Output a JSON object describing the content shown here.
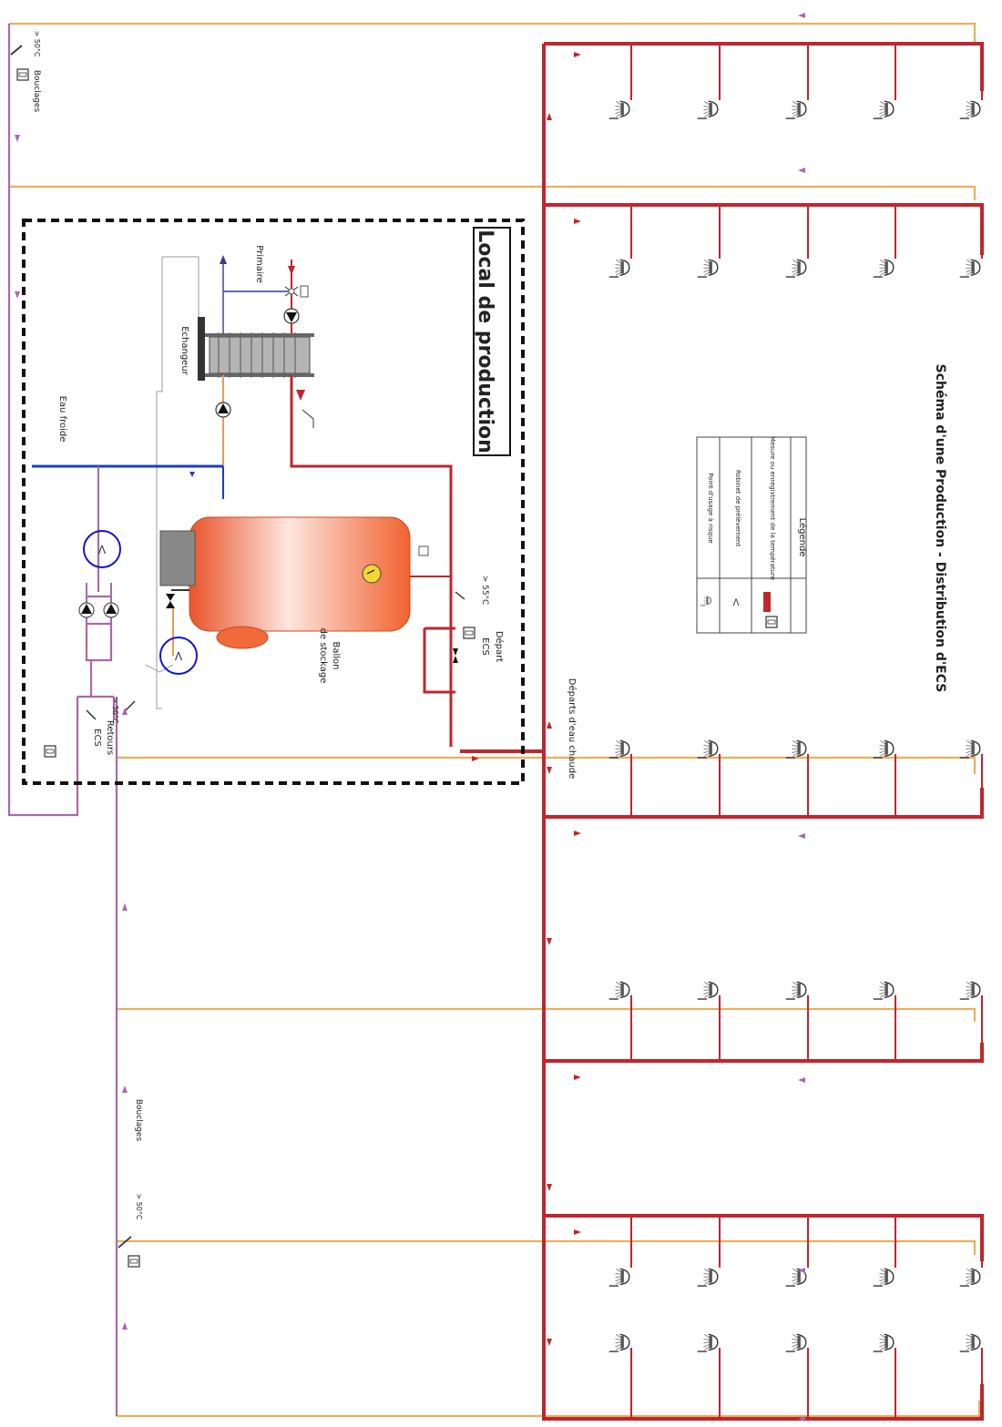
{
  "labels": {
    "title": "Schéma d'une Production - Distribution d'ECS",
    "local": "Local de production",
    "primaire": "Primaire",
    "echangeur": "Echangeur",
    "eau_froide": "Eau froide",
    "ballon": "Ballon",
    "ballon_2": "de stockage",
    "depart": "Départ",
    "depart_2": "ECS",
    "departs_eau_chaude": "Départs d'eau chaude",
    "retours": "Retours",
    "retours_2": "ECS",
    "bouclages": "Bouclages",
    "temp_55": "> 55°C",
    "temp_50": "> 50°C"
  },
  "legend": {
    "title": "Légende",
    "rows": [
      "Mesure ou enregistrement de la température",
      "Robinet de prélèvement",
      "Point d'usage à risque"
    ]
  },
  "colors": {
    "hot": "#c0262d",
    "loop": "#e8b05c",
    "return": "#a969a9",
    "cold": "#1a3ccf",
    "primary": "#3a3a8c",
    "tank": "#f26a3a",
    "marker": "#1414d2"
  },
  "icons": [
    "shower-icon",
    "thermometer-icon",
    "recorder-icon",
    "pump-icon",
    "valve-icon",
    "sample-tap-icon",
    "gauge-icon"
  ]
}
